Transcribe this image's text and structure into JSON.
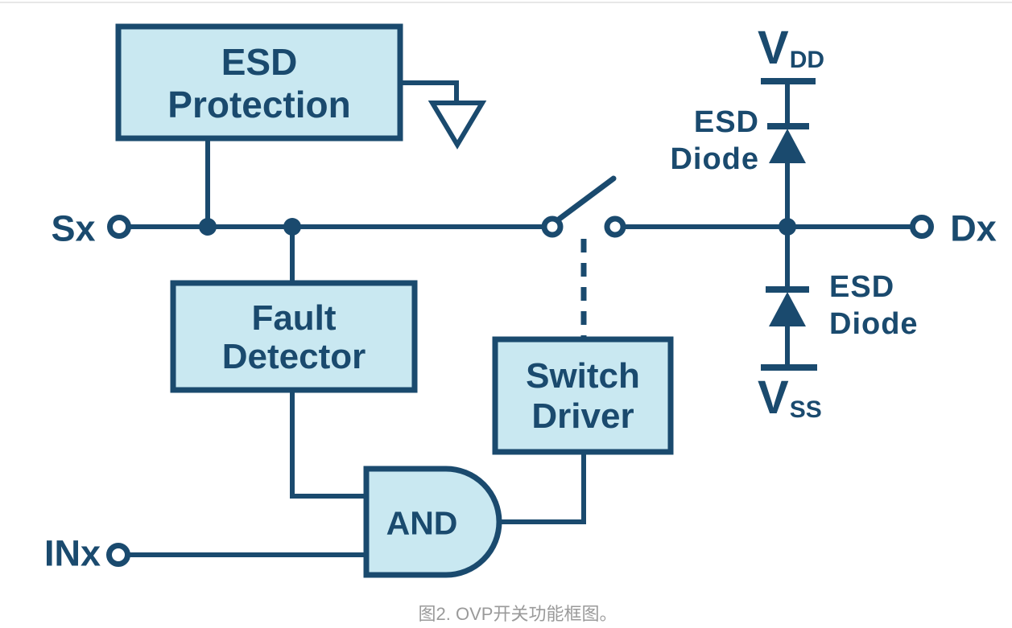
{
  "figure": {
    "caption": "图2. OVP开关功能框图。"
  },
  "diagram": {
    "colors": {
      "line_navy": "#1a4a6e",
      "block_fill": "#c9e8f1",
      "caption_gray": "#9a9a9a",
      "background": "#ffffff"
    },
    "blocks": {
      "esd_protection": {
        "line1": "ESD",
        "line2": "Protection"
      },
      "fault_detector": {
        "line1": "Fault",
        "line2": "Detector"
      },
      "switch_driver": {
        "line1": "Switch",
        "line2": "Driver"
      },
      "and_gate": {
        "label": "AND"
      }
    },
    "terminals": {
      "source": "Sx",
      "input": "INx",
      "drain": "Dx"
    },
    "rails": {
      "vdd": {
        "letter": "V",
        "subscript": "DD"
      },
      "vss": {
        "letter": "V",
        "subscript": "SS"
      }
    },
    "diode_labels": {
      "top": {
        "line1": "ESD",
        "line2": "Diode"
      },
      "bottom": {
        "line1": "ESD",
        "line2": "Diode"
      }
    }
  }
}
